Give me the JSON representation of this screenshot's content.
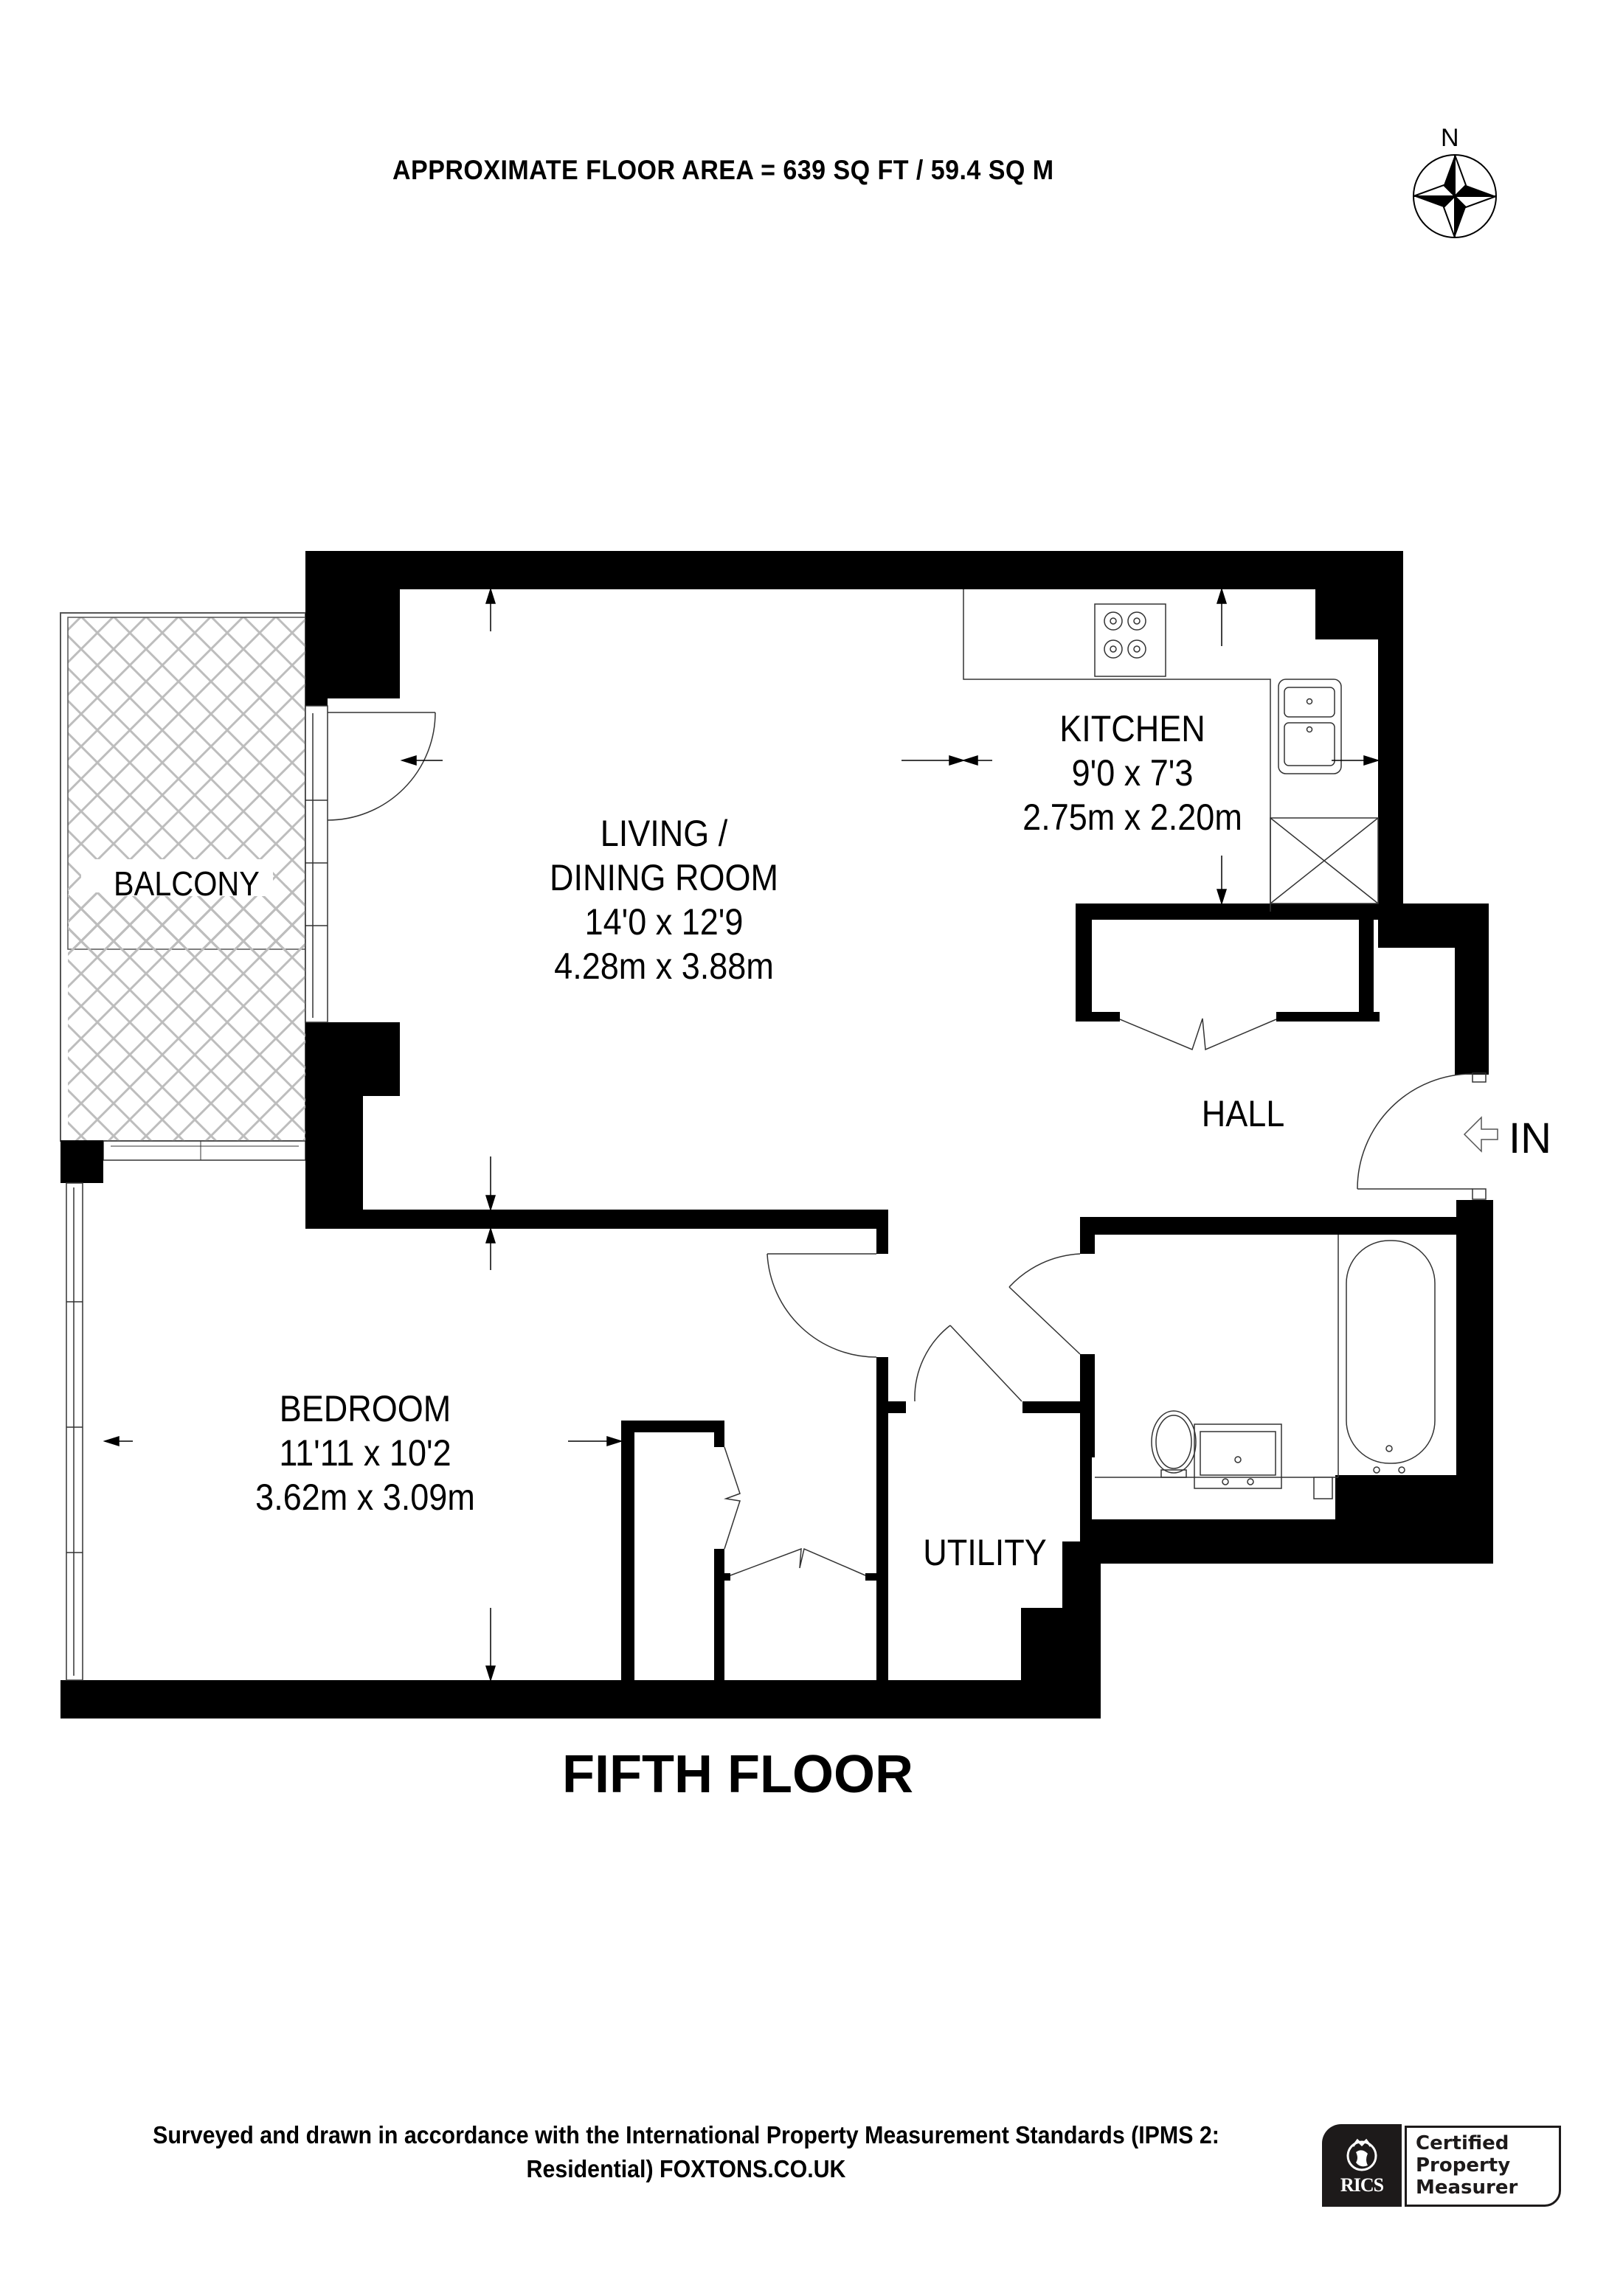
{
  "header": {
    "floor_area": "APPROXIMATE FLOOR AREA = 639 SQ FT / 59.4 SQ M"
  },
  "compass": {
    "icon": "compass-rose-icon",
    "north_label": "N"
  },
  "rooms": {
    "balcony": {
      "name": "BALCONY"
    },
    "living": {
      "name_line1": "LIVING /",
      "name_line2": "DINING ROOM",
      "imperial": "14'0 x 12'9",
      "metric": "4.28m x 3.88m"
    },
    "kitchen": {
      "name": "KITCHEN",
      "imperial": "9'0 x 7'3",
      "metric": "2.75m x 2.20m"
    },
    "hall": {
      "name": "HALL"
    },
    "bedroom": {
      "name": "BEDROOM",
      "imperial": "11'11 x 10'2",
      "metric": "3.62m x 3.09m"
    },
    "utility": {
      "name": "UTILITY"
    }
  },
  "entrance": {
    "label": "IN",
    "icon": "entrance-arrow-icon"
  },
  "floor_title": "FIFTH FLOOR",
  "footer": {
    "line1": "Surveyed and drawn in accordance with the International Property Measurement Standards (IPMS 2:",
    "line2": "Residential) FOXTONS.CO.UK"
  },
  "badge": {
    "brand": "RICS",
    "line1": "Certified",
    "line2": "Property",
    "line3": "Measurer"
  },
  "colors": {
    "wall": "#000000",
    "hatch": "#bdbdbd",
    "background": "#ffffff",
    "badge_dark": "#1d1a1a"
  }
}
